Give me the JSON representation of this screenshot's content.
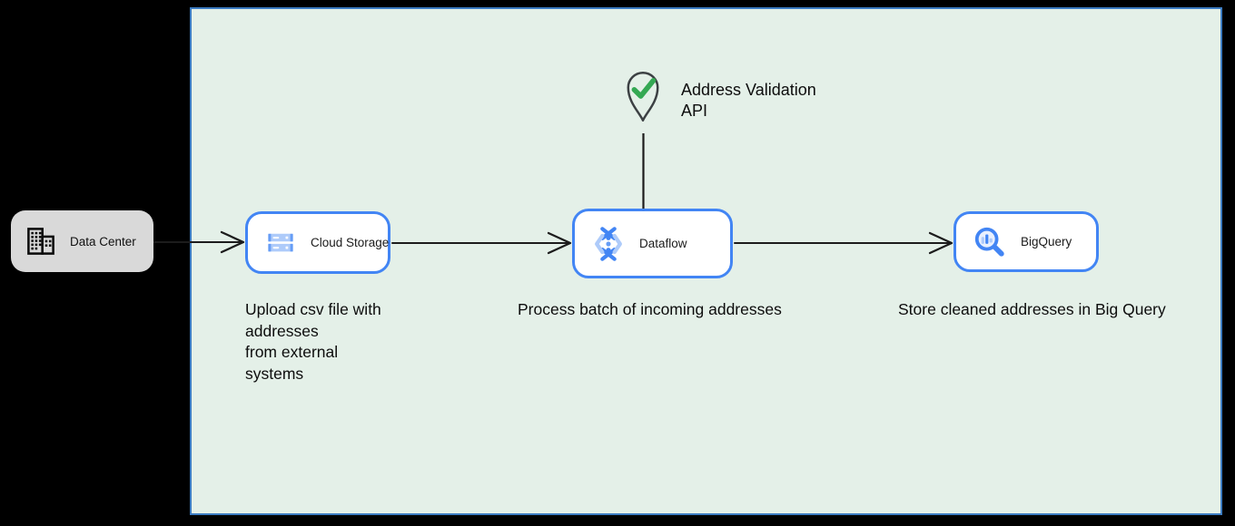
{
  "colors": {
    "bg": "#000000",
    "boundary_fill": "#e4f0e8",
    "boundary_border": "#3c7cc2",
    "node_border": "#4285f4",
    "node_fill": "#ffffff",
    "external_fill": "#d9d9d9",
    "google_blue": "#4285f4",
    "blue_mid": "#669df6",
    "light_blue": "#aecbfa",
    "pale_blue": "#e8f0fe",
    "check_green": "#34a853",
    "pin_outline": "#3c4043",
    "line": "#1c1c1c",
    "text": "#111111"
  },
  "external": {
    "label": "Data Center"
  },
  "nodes": {
    "cloud_storage": {
      "label": "Cloud Storage",
      "caption": "Upload csv file with\naddresses\nfrom external\nsystems"
    },
    "dataflow": {
      "label": "Dataflow",
      "caption": "Process batch of incoming addresses"
    },
    "bigquery": {
      "label": "BigQuery",
      "caption": "Store cleaned addresses in Big Query"
    }
  },
  "api": {
    "label": "Address Validation\nAPI"
  }
}
